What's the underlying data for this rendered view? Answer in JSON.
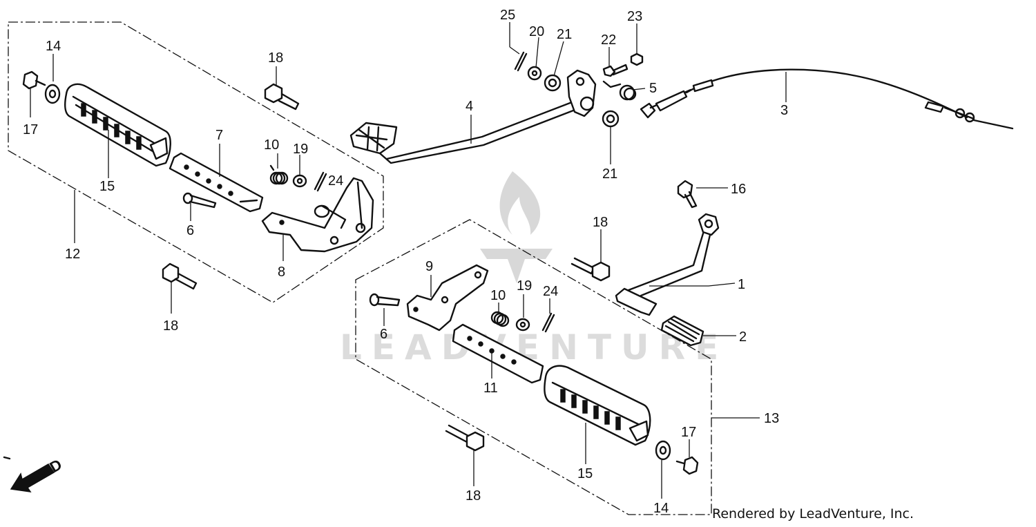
{
  "watermark": {
    "text": "LEADVENTURE"
  },
  "direction_marker": {
    "label": "FWD"
  },
  "credit": "Rendered by LeadVenture, Inc.",
  "callouts": {
    "c1": "1",
    "c2": "2",
    "c3": "3",
    "c4": "4",
    "c5": "5",
    "c6a": "6",
    "c6b": "6",
    "c7": "7",
    "c8": "8",
    "c9": "9",
    "c10a": "10",
    "c10b": "10",
    "c11": "11",
    "c12": "12",
    "c13": "13",
    "c14a": "14",
    "c14b": "14",
    "c15a": "15",
    "c15b": "15",
    "c16": "16",
    "c17a": "17",
    "c17b": "17",
    "c18a": "18",
    "c18b": "18",
    "c18c": "18",
    "c18d": "18",
    "c19a": "19",
    "c19b": "19",
    "c20": "20",
    "c21a": "21",
    "c21b": "21",
    "c22": "22",
    "c23": "23",
    "c24a": "24",
    "c24b": "24",
    "c25": "25"
  }
}
